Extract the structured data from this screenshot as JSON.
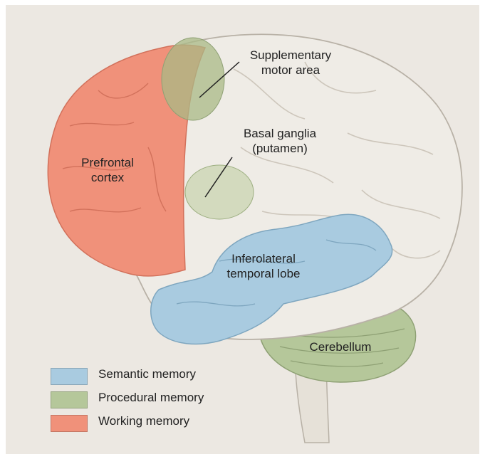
{
  "labels": {
    "sma": "Supplementary\nmotor area",
    "basal": "Basal ganglia\n(putamen)",
    "prefrontal": "Prefrontal\ncortex",
    "temporal": "Inferolateral\ntemporal lobe",
    "cerebellum": "Cerebellum"
  },
  "legend": [
    {
      "label": "Semantic memory",
      "color": "#a9cbe0"
    },
    {
      "label": "Procedural memory",
      "color": "#b5c79a"
    },
    {
      "label": "Working memory",
      "color": "#f0917a"
    }
  ],
  "colors": {
    "background": "#ece8e2",
    "brain": "#efece6",
    "semantic": "#a9cbe0",
    "procedural": "#b5c79a",
    "working": "#f0917a"
  }
}
